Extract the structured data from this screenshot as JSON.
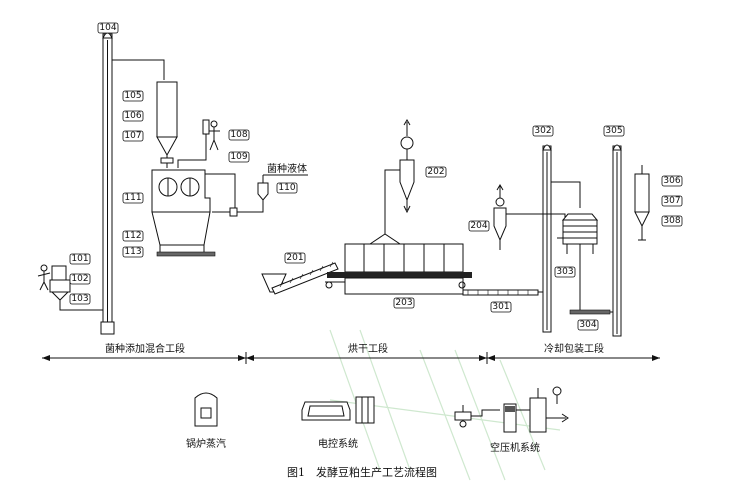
{
  "labels": {
    "n101": "101",
    "n102": "102",
    "n103": "103",
    "n104": "104",
    "n105": "105",
    "n106": "106",
    "n107": "107",
    "n108": "108",
    "n109": "109",
    "n110": "110",
    "n111": "111",
    "n112": "112",
    "n113": "113",
    "n201": "201",
    "n202": "202",
    "n203": "203",
    "n204": "204",
    "n301": "301",
    "n302": "302",
    "n303": "303",
    "n304": "304",
    "n305": "305",
    "n306": "306",
    "n307": "307",
    "n308": "308"
  },
  "liquid_label": "菌种液体",
  "sections": {
    "mixing": "菌种添加混合工段",
    "drying": "烘干工段",
    "cooling": "冷却包装工段"
  },
  "legend": {
    "boiler": "锅炉蒸汽",
    "control": "电控系统",
    "air": "空压机系统"
  },
  "caption": "图1　发酵豆粕生产工艺流程图"
}
